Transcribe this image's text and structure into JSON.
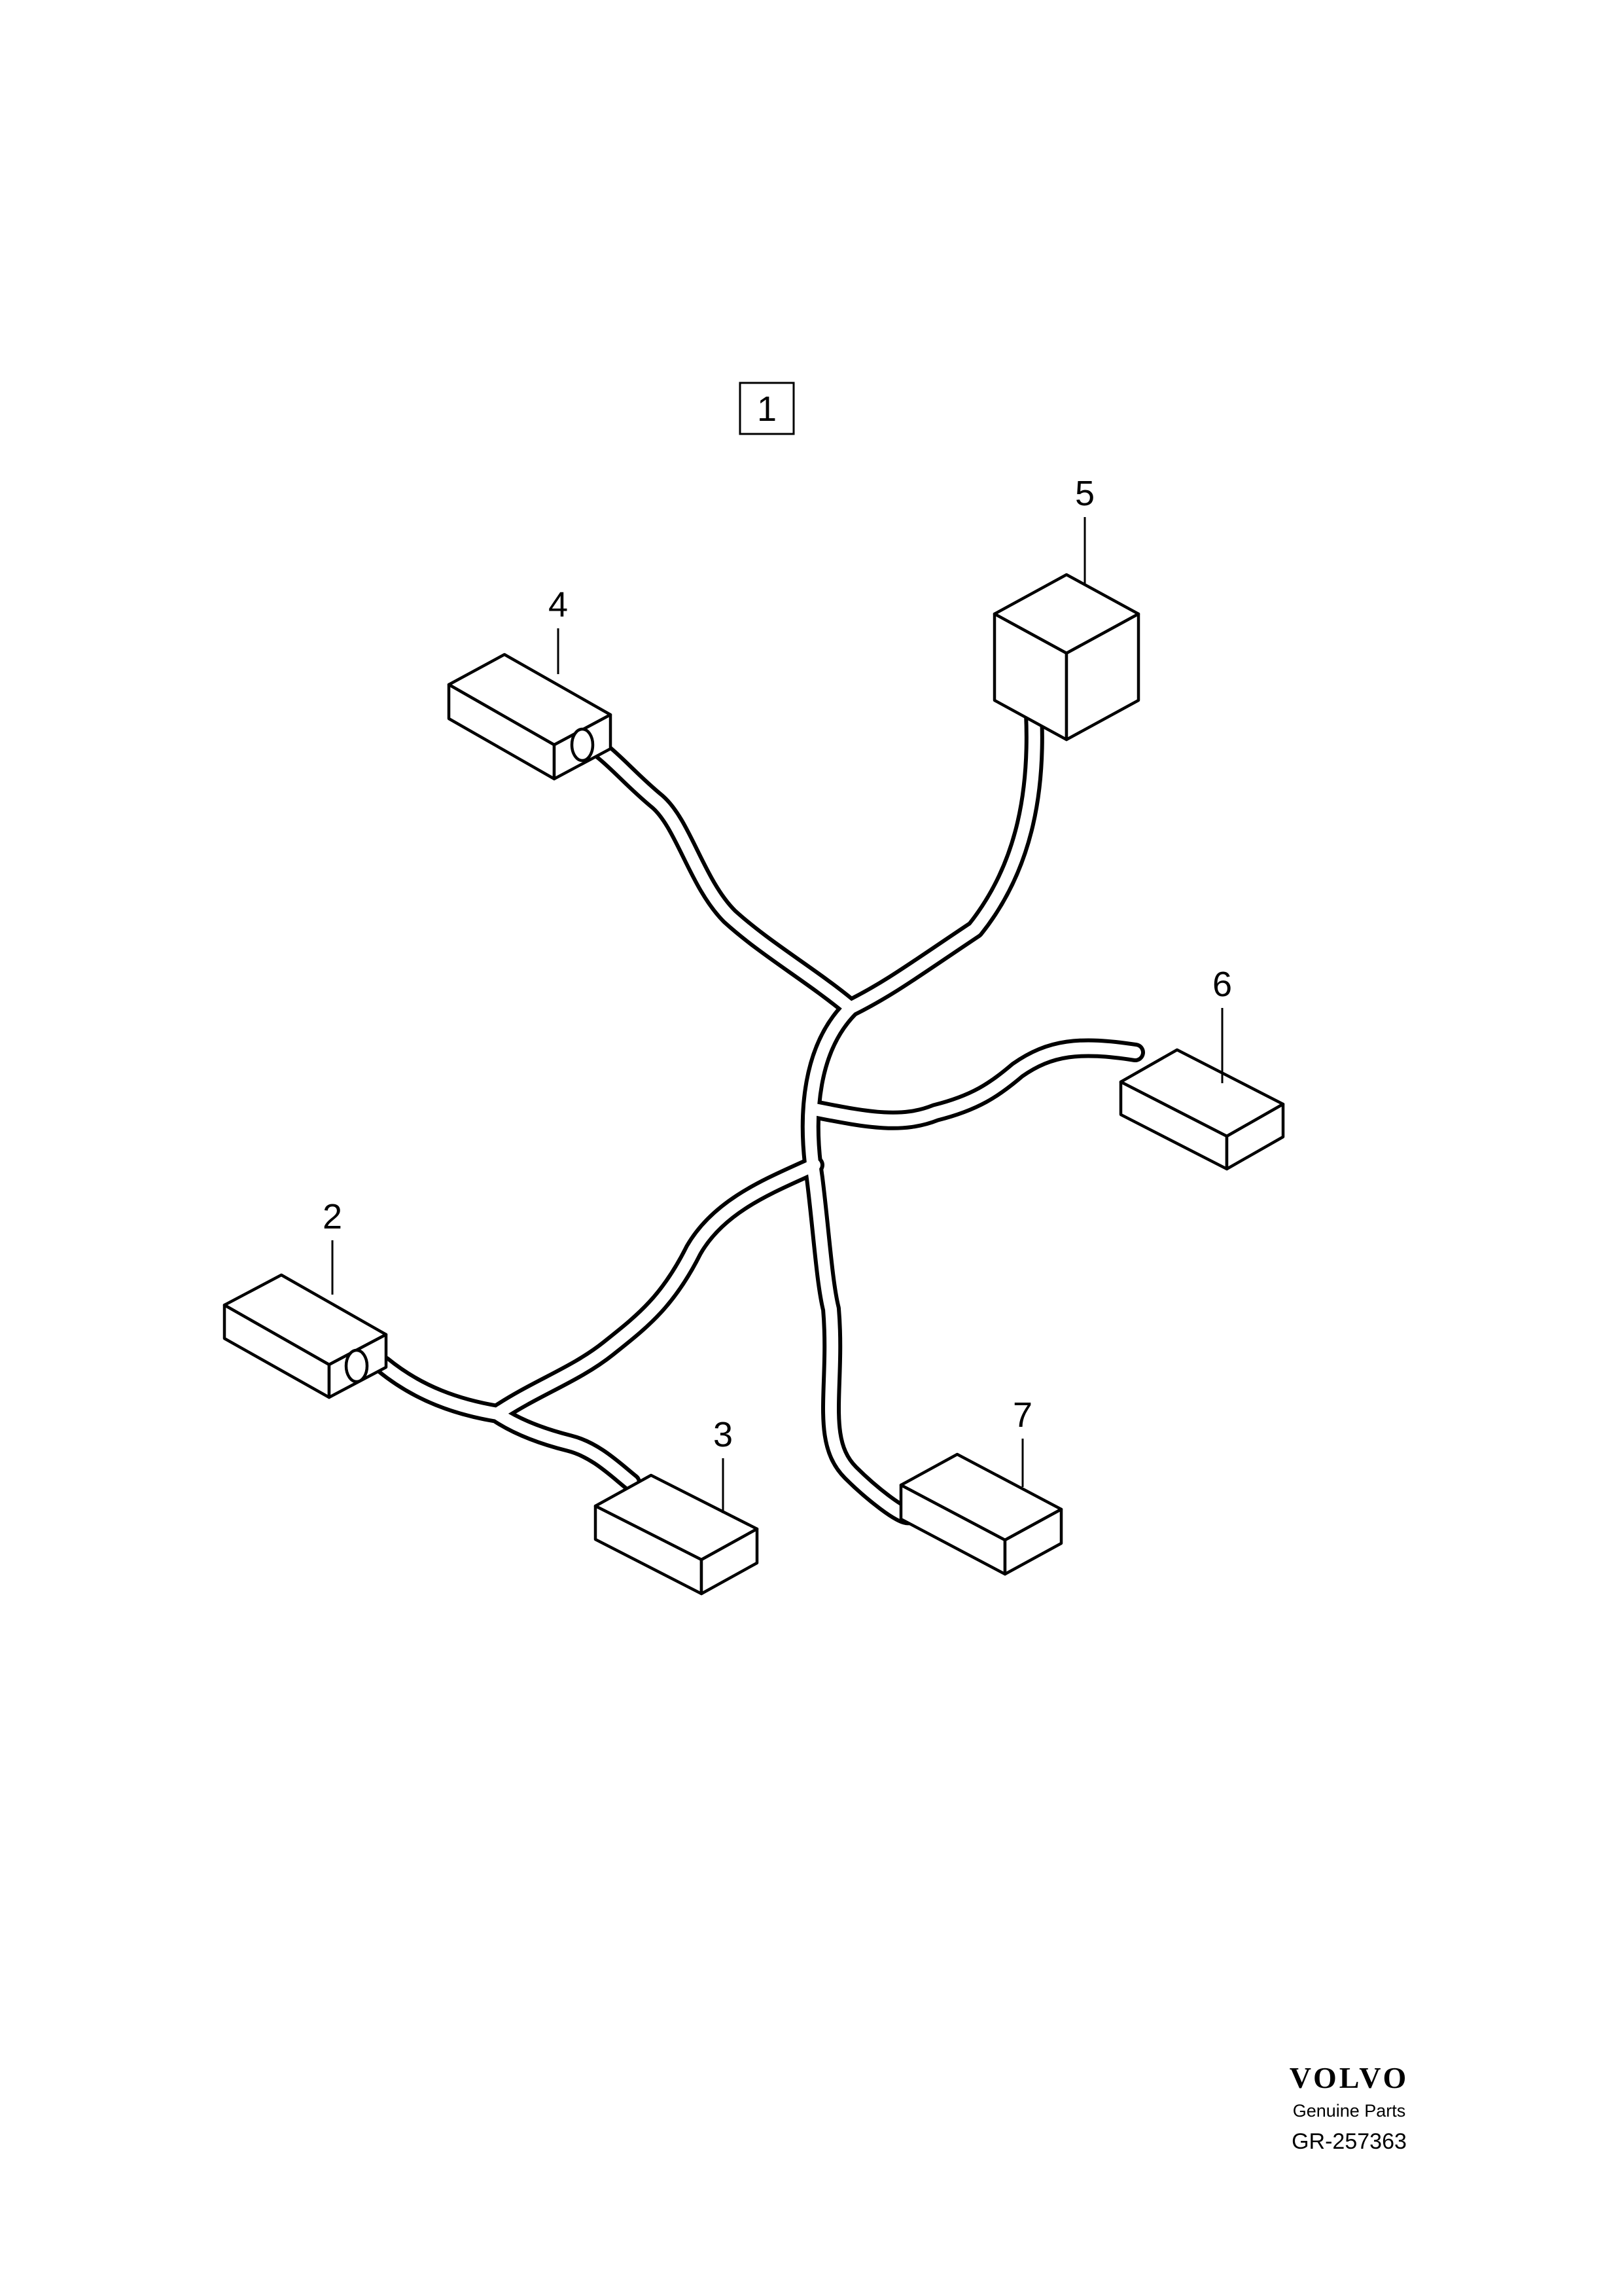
{
  "diagram": {
    "assembly_ref": "1",
    "callouts": {
      "c2": "2",
      "c3": "3",
      "c4": "4",
      "c5": "5",
      "c6": "6",
      "c7": "7"
    }
  },
  "footer": {
    "brand": "VOLVO",
    "subtitle": "Genuine Parts",
    "code": "GR-257363"
  }
}
